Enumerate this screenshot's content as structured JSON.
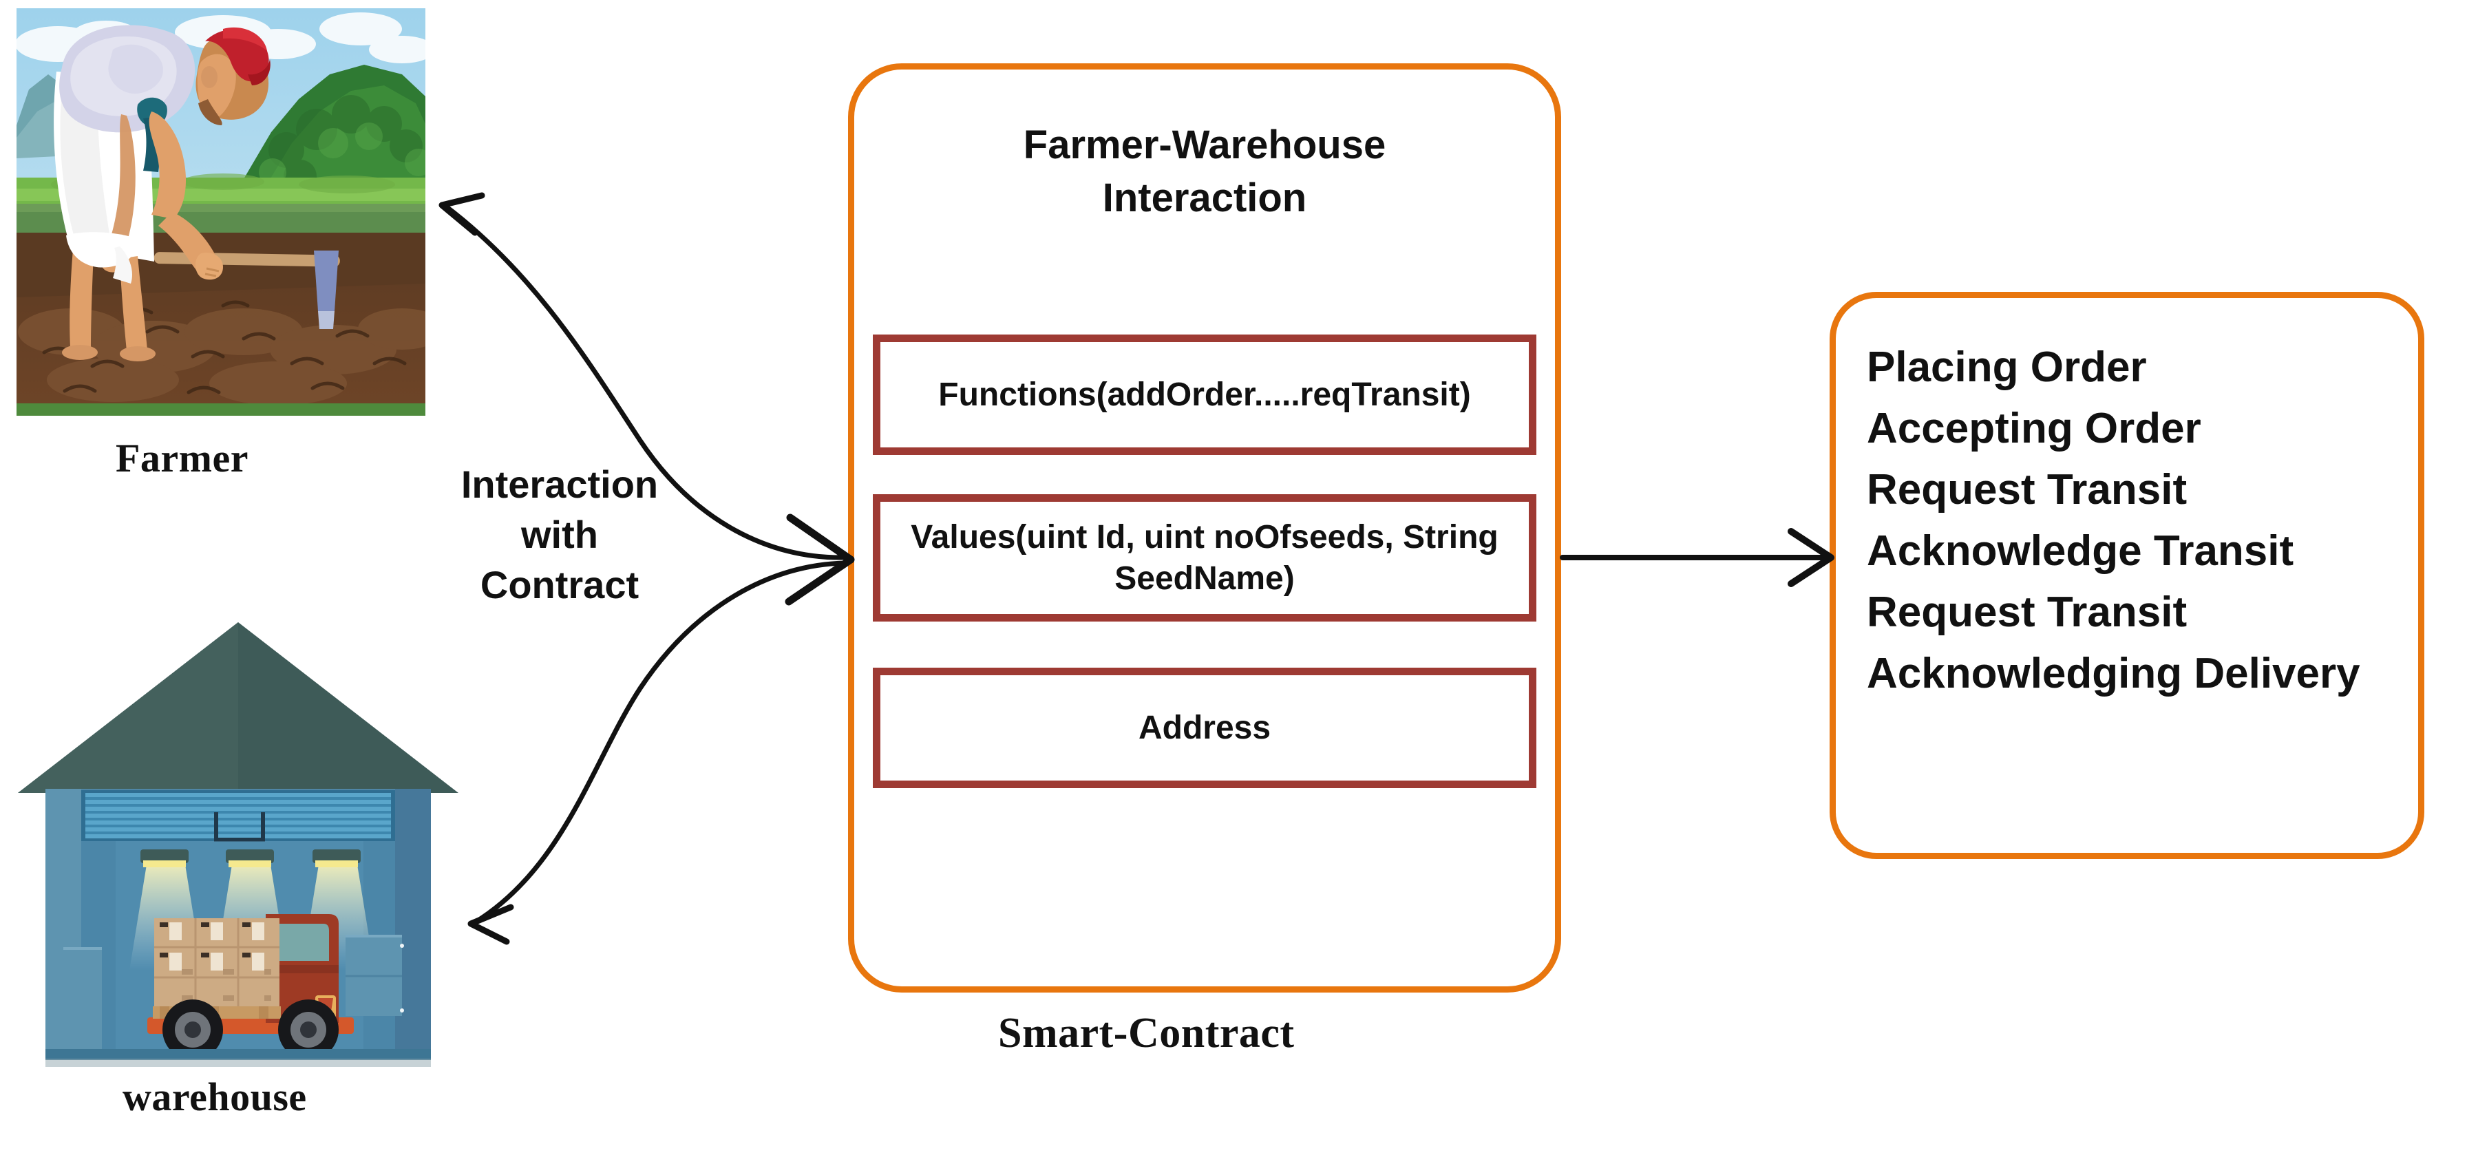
{
  "diagram": {
    "title_hidden": "",
    "actors": [
      {
        "id": "farmer",
        "label": "Farmer",
        "image": "farmer-illustration"
      },
      {
        "id": "warehouse",
        "label": "warehouse",
        "image": "warehouse-illustration"
      }
    ],
    "edge_label": {
      "line1": "Interaction",
      "line2": "with",
      "line3": "Contract"
    },
    "smart_contract": {
      "caption": "Smart-Contract",
      "title_line1": "Farmer-Warehouse",
      "title_line2": "Interaction",
      "rows": [
        {
          "id": "functions",
          "text": "Functions(addOrder.....reqTransit)"
        },
        {
          "id": "values",
          "text": "Values(uint Id, uint noOfseeds, String SeedName)"
        },
        {
          "id": "address",
          "text": "Address"
        }
      ]
    },
    "outcomes": [
      "Placing Order",
      "Accepting Order",
      "Request Transit",
      "Acknowledge Transit",
      "Request Transit",
      "Acknowledging Delivery"
    ],
    "colors": {
      "panel_border_orange": "#E8760E",
      "inner_box_border_maroon": "#9E3A33",
      "arrow_black": "#111111",
      "text_black": "#111111",
      "background": "#FFFFFF"
    }
  }
}
